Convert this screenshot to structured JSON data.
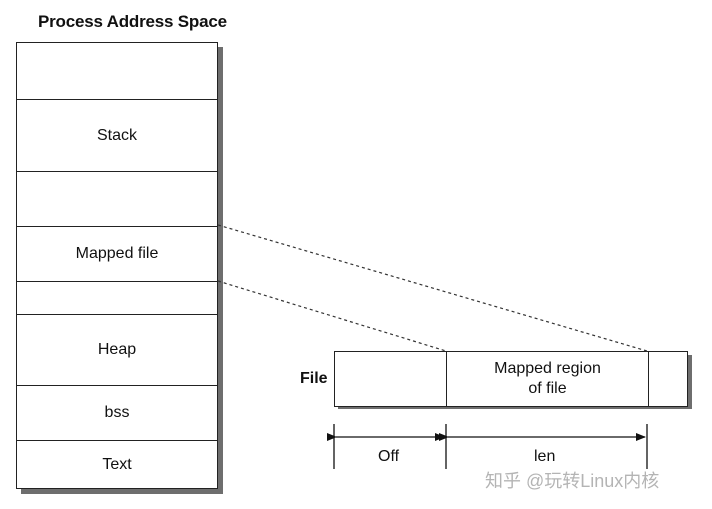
{
  "title": "Process Address Space",
  "segments": {
    "stack": "Stack",
    "mapped_file": "Mapped file",
    "heap": "Heap",
    "bss": "bss",
    "text": "Text"
  },
  "file": {
    "label": "File",
    "mapped_region_line1": "Mapped region",
    "mapped_region_line2": "of file"
  },
  "dimensions": {
    "off": "Off",
    "len": "len"
  },
  "watermark": "知乎 @玩转Linux内核"
}
